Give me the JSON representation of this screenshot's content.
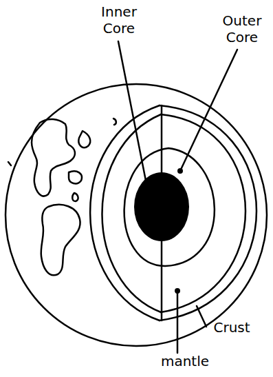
{
  "diagram": {
    "labels": [
      "Inner Core",
      "Outer Core",
      "Crust",
      "mantle"
    ]
  }
}
